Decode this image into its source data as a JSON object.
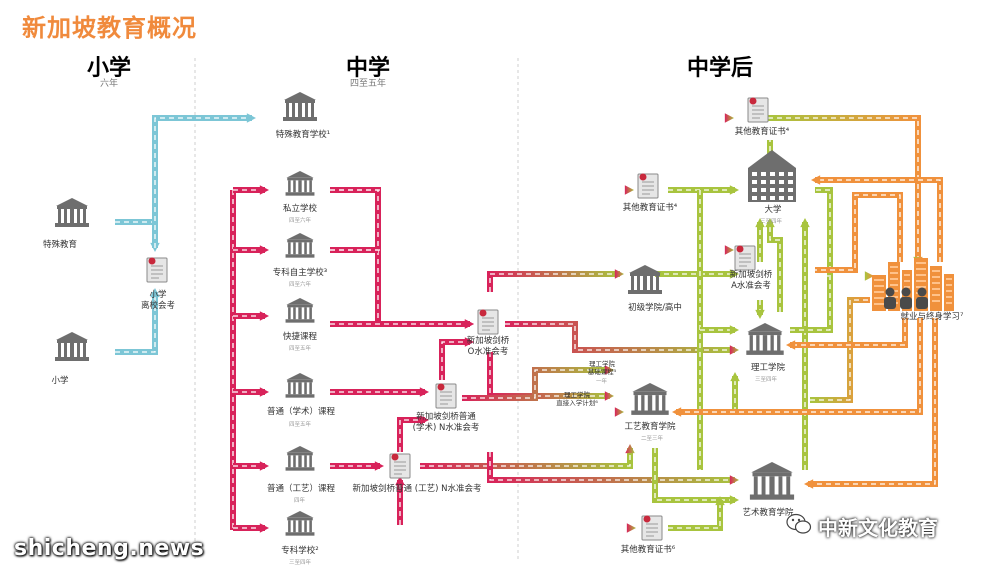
{
  "title": "新加坡教育概况",
  "stages": [
    {
      "name": "小学",
      "sub": "六年",
      "color": "#5fb2c4"
    },
    {
      "name": "中学",
      "sub": "四至五年",
      "color": "#d8225a"
    },
    {
      "name": "中学后",
      "sub": "",
      "color": "#98b93c"
    }
  ],
  "colors": {
    "primary": "#7cc6d6",
    "secondary": "#d8225a",
    "post": "#a8c43e",
    "lifelong": "#f0913c",
    "building": "#6e6e6e"
  },
  "nodes": {
    "special_primary": "特殊教育",
    "primary": "小学",
    "psle": "小学\n离校会考",
    "special_school": "特殊教育学校¹",
    "private": "私立学校",
    "sap": "专科自主学校³",
    "express": "快捷课程",
    "na": "普通（学术）课程",
    "nt": "普通（工艺）课程",
    "specialised": "专科学校²",
    "o_level": "新加坡剑桥\nO水准会考",
    "n_a_level": "新加坡剑桥普通\n(学术) N水准会考",
    "n_t_level": "新加坡剑桥普通 (工艺) N水准会考",
    "other_cert_top": "其他教育证书⁴",
    "other_cert_mid": "其他教育证书⁴",
    "other_cert_bottom": "其他教育证书⁶",
    "university": "大学",
    "a_level": "新加坡剑桥\nA水准会考",
    "jc": "初级学院/高中",
    "poly": "理工学院",
    "poly_foundation": "理工学院\n基础课程⁵",
    "poly_direct": "理工学院\n直接入学计划⁶",
    "ite": "工艺教育学院",
    "arts": "艺术教育学院",
    "work": "就业与终身学习⁷"
  },
  "durations": {
    "private": "四至六年",
    "sap": "四至六年",
    "express": "四至五年",
    "na": "四至五年",
    "nt": "四年",
    "specialised": "三至四年",
    "poly": "三至四年",
    "ite": "二至三年",
    "poly_foundation": "一年",
    "university": "三至四年"
  },
  "watermarks": {
    "left": "shicheng.news",
    "right": "中新文化教育"
  }
}
